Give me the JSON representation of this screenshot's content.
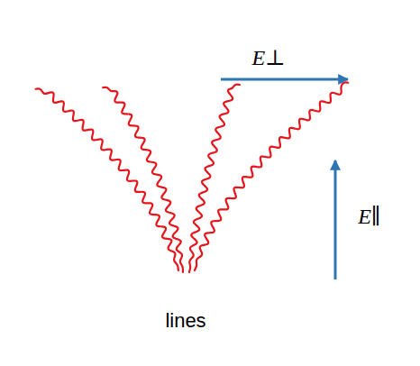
{
  "diagram": {
    "labels": [
      "lines",
      "E⊥",
      "E∥"
    ]
  }
}
